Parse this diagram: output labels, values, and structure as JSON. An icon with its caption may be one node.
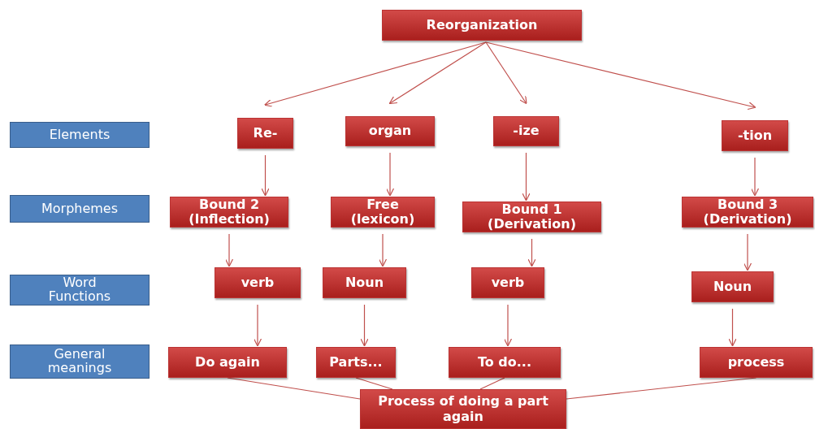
{
  "diagram": {
    "nodes": [
      {
        "text": [
          "Reorganization"
        ]
      },
      {
        "text": [
          "Elements"
        ]
      },
      {
        "text": [
          "Morphemes"
        ]
      },
      {
        "text": [
          "Word Functions"
        ]
      },
      {
        "text": [
          "General meanings"
        ]
      },
      {
        "text": [
          "Re-"
        ]
      },
      {
        "text": [
          "organ"
        ]
      },
      {
        "text": [
          "-ize"
        ]
      },
      {
        "text": [
          "-tion"
        ]
      },
      {
        "text": [
          "Bound 2 (Inflection)"
        ]
      },
      {
        "text": [
          "Free (lexicon)"
        ]
      },
      {
        "text": [
          "Bound 1 (Derivation)"
        ]
      },
      {
        "text": [
          "Bound 3 (Derivation)"
        ]
      },
      {
        "text": [
          "verb"
        ]
      },
      {
        "text": [
          "Noun"
        ]
      },
      {
        "text": [
          "verb"
        ]
      },
      {
        "text": [
          "Noun"
        ]
      },
      {
        "text": [
          "Do again"
        ]
      },
      {
        "text": [
          "Parts..."
        ]
      },
      {
        "text": [
          "To do..."
        ]
      },
      {
        "text": [
          "process"
        ]
      },
      {
        "text": [
          "Process of doing a part again"
        ]
      }
    ],
    "edges": [
      {
        "from": 0,
        "to": 5,
        "arrow": "to"
      },
      {
        "from": 0,
        "to": 6,
        "arrow": "to"
      },
      {
        "from": 0,
        "to": 7,
        "arrow": "to"
      },
      {
        "from": 0,
        "to": 8,
        "arrow": "to"
      },
      {
        "from": 5,
        "to": 9,
        "arrow": "to"
      },
      {
        "from": 6,
        "to": 10,
        "arrow": "to"
      },
      {
        "from": 7,
        "to": 11,
        "arrow": "to"
      },
      {
        "from": 8,
        "to": 12,
        "arrow": "to"
      },
      {
        "from": 9,
        "to": 13,
        "arrow": "to"
      },
      {
        "from": 10,
        "to": 14,
        "arrow": "to"
      },
      {
        "from": 11,
        "to": 15,
        "arrow": "to"
      },
      {
        "from": 12,
        "to": 16,
        "arrow": "to"
      },
      {
        "from": 13,
        "to": 17,
        "arrow": "to"
      },
      {
        "from": 14,
        "to": 18,
        "arrow": "to"
      },
      {
        "from": 15,
        "to": 19,
        "arrow": "to"
      },
      {
        "from": 16,
        "to": 20,
        "arrow": "to"
      },
      {
        "from": 17,
        "to": 21,
        "arrow": "none"
      },
      {
        "from": 18,
        "to": 21,
        "arrow": "none"
      },
      {
        "from": 19,
        "to": 21,
        "arrow": "none"
      },
      {
        "from": 20,
        "to": 21,
        "arrow": "none"
      }
    ]
  }
}
